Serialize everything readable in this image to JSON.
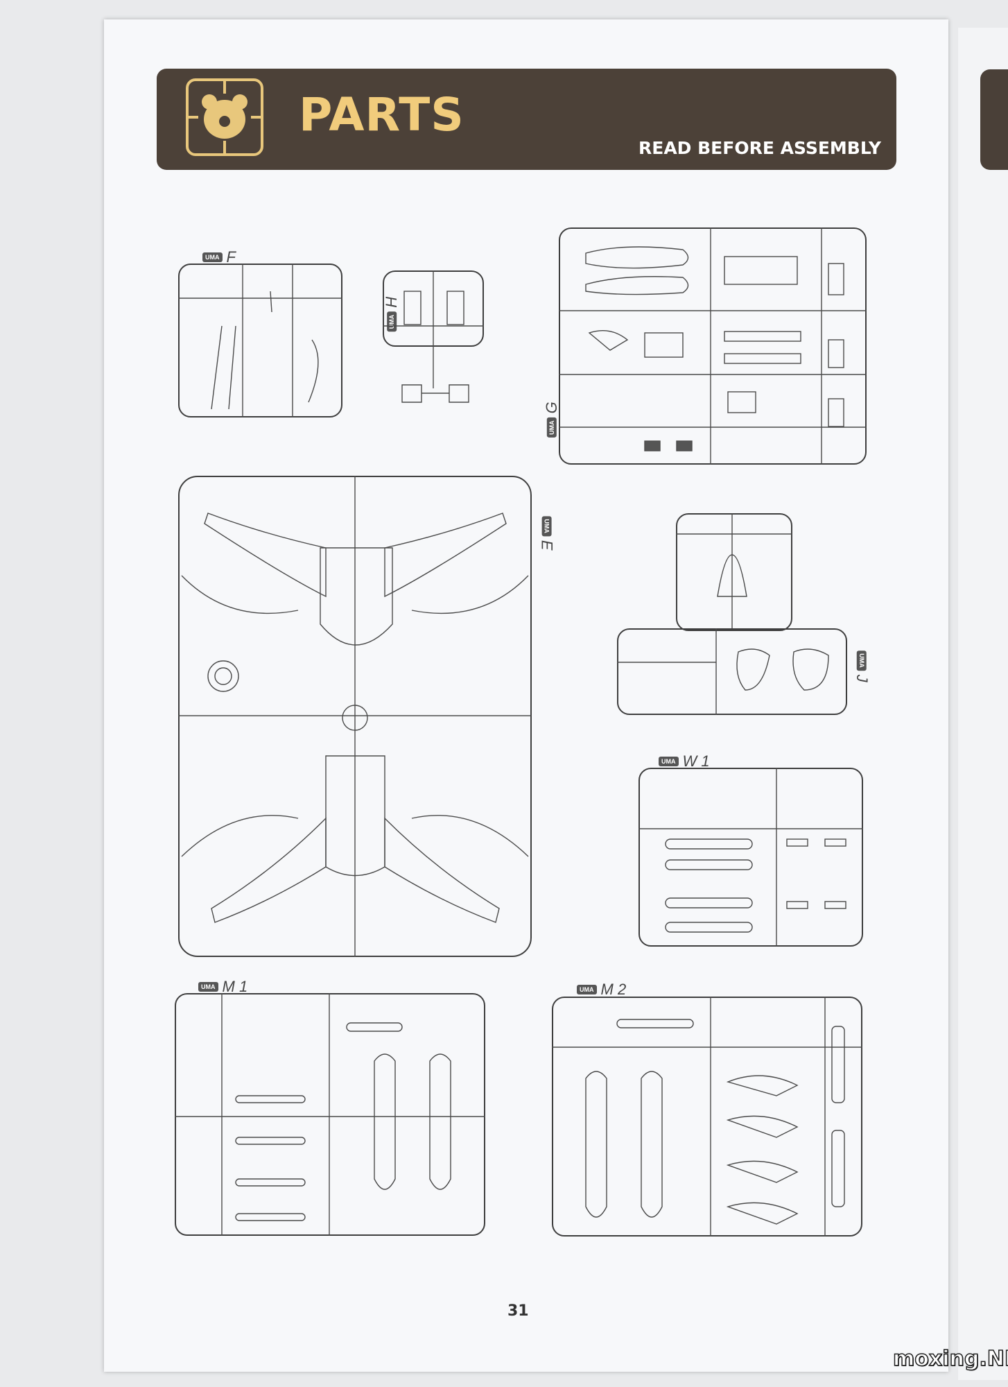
{
  "header": {
    "title": "PARTS",
    "subtitle": "READ BEFORE ASSEMBLY"
  },
  "sprues": {
    "F": {
      "code": "UMA",
      "letter": "F"
    },
    "H": {
      "code": "UMA",
      "letter": "H"
    },
    "G": {
      "code": "UMA",
      "letter": "G"
    },
    "E": {
      "code": "UMA",
      "letter": "E"
    },
    "J": {
      "code": "UMA",
      "letter": "J"
    },
    "W1": {
      "code": "UMA",
      "letter": "W 1"
    },
    "M1": {
      "code": "UMA",
      "letter": "M 1"
    },
    "M2": {
      "code": "UMA",
      "letter": "M 2"
    }
  },
  "page_number": "31",
  "watermark": "moxing.NET",
  "colors": {
    "banner": "#4c4138",
    "accent": "#f1cc7c",
    "line": "#3e3e3e"
  }
}
